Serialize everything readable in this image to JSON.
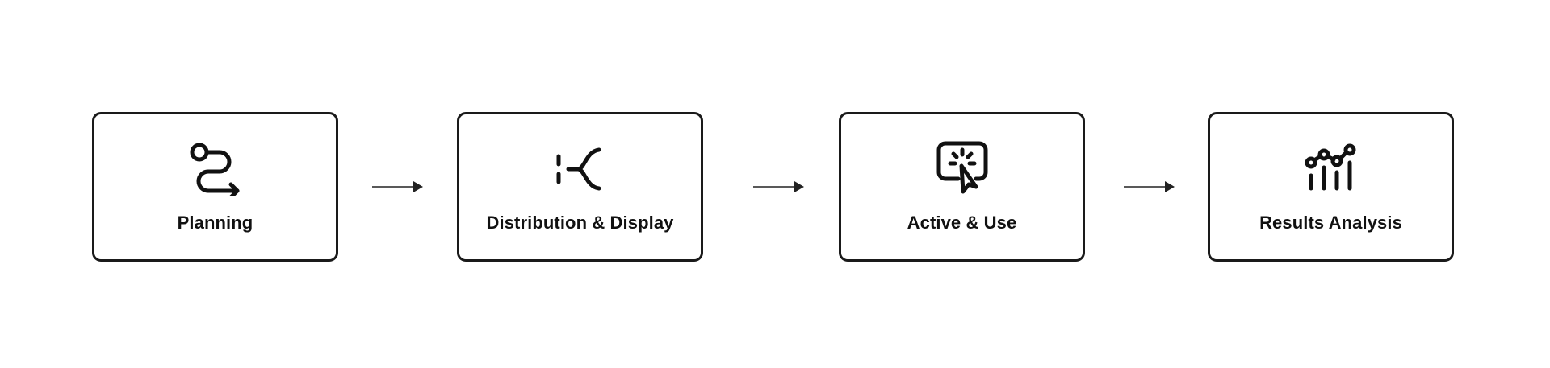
{
  "flow": {
    "steps": [
      {
        "label": "Planning",
        "icon": "route-icon"
      },
      {
        "label": "Distribution & Display",
        "icon": "distribution-icon"
      },
      {
        "label": "Active & Use",
        "icon": "click-screen-icon"
      },
      {
        "label": "Results Analysis",
        "icon": "analytics-icon"
      }
    ],
    "connector_icon": "arrow-right-icon"
  },
  "colors": {
    "stroke": "#1a1a1a",
    "background": "#ffffff"
  }
}
